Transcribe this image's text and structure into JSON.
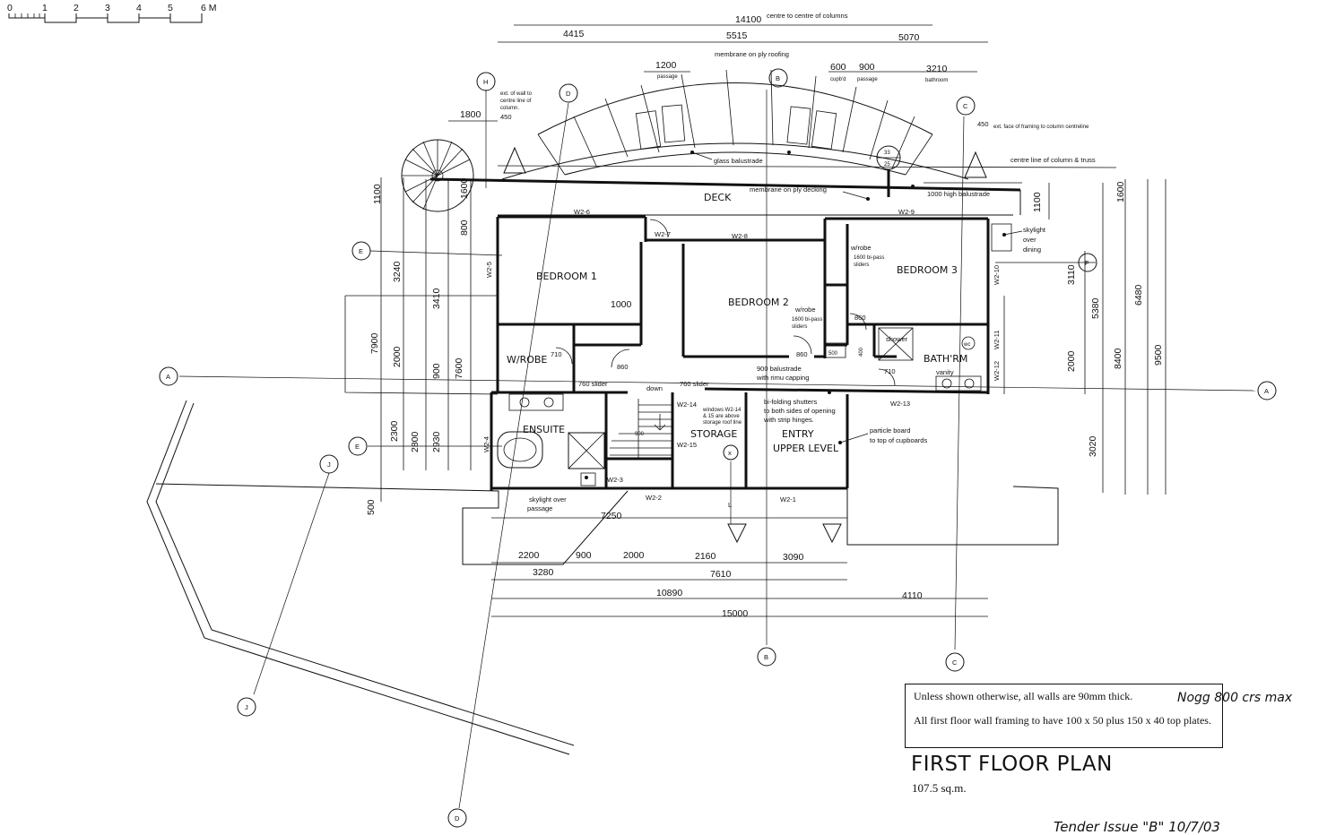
{
  "scale_bar": {
    "labels": [
      "0",
      "1",
      "2",
      "3",
      "4",
      "5",
      "6 M"
    ]
  },
  "dims_top": {
    "overall": "14100",
    "overall_note": "centre to centre of columns",
    "span_1": "4415",
    "span_2": "5515",
    "span_3": "5070",
    "passage_width": "1200",
    "passage_label": "passage",
    "cupbd_width": "600",
    "cupbd_label": "cupb'd",
    "passage2_width": "900",
    "passage2_label": "passage",
    "bathroom_width": "3210",
    "bathroom_label": "bathroom",
    "stair_offset": "1800",
    "offset_450_left": "450",
    "offset_450_right": "450"
  },
  "dims_left": [
    "1100",
    "1600",
    "800",
    "3240",
    "3410",
    "7900",
    "2000",
    "900",
    "7600",
    "2300",
    "2800",
    "2930",
    "500"
  ],
  "dims_right": [
    "1100",
    "1600",
    "3110",
    "5380",
    "6480",
    "2000",
    "8400",
    "9500",
    "3020"
  ],
  "dims_bottom": {
    "d7250": "7250",
    "row1": [
      "2200",
      "900",
      "2000",
      "2160",
      "3090"
    ],
    "d3280": "3280",
    "d7610": "7610",
    "d10890": "10890",
    "d4110": "4110",
    "d15000": "15000"
  },
  "grid_labels": {
    "A": "A",
    "B": "B",
    "C": "C",
    "D": "D",
    "E": "E",
    "F": "F",
    "H": "H",
    "J": "J",
    "L": "L"
  },
  "section_marker": {
    "top": "33",
    "bottom": "25"
  },
  "rooms": {
    "deck": "DECK",
    "bedroom1": "BEDROOM 1",
    "bedroom2": "BEDROOM 2",
    "bedroom3": "BEDROOM 3",
    "wrobe": "W/ROBE",
    "ensuite": "ENSUITE",
    "storage": "STORAGE",
    "entry1": "ENTRY",
    "entry2": "UPPER LEVEL",
    "bathrm": "BATH'RM"
  },
  "windows": [
    "W2-6",
    "W2-7",
    "W2-8",
    "W2-9",
    "W2-5",
    "W2-10",
    "W2-11",
    "W2-12",
    "W2-13",
    "W2-14",
    "W2-15",
    "W2-4",
    "W2-3",
    "W2-2",
    "W2-1"
  ],
  "notes": {
    "ext_wall": [
      "ext. of wall to",
      "centre line of",
      "column."
    ],
    "membrane_roof": "membrane on ply roofing",
    "glass_balustrade": "glass balustrade",
    "ext_framing": "ext. face of framing to column centreline",
    "centre_line": "centre line of column & truss",
    "membrane_deck": "membrane on ply decking",
    "balustrade_1000": "1000 high balustrade",
    "skylight_dining": [
      "skylight",
      "over",
      "dining"
    ],
    "wrobe_b3": "w/robe",
    "wrobe_b3_small": [
      "1600 bi-pass",
      "sliders"
    ],
    "wrobe_b2": "w/robe",
    "wrobe_b2_small": [
      "1600 bi-pass",
      "sliders"
    ],
    "shower": "shower",
    "wc": "wc",
    "vanity": "vanity",
    "balustrade_900": [
      "900 balustrade",
      "with rimu capping"
    ],
    "slider_left": "760 slider",
    "slider_right": "760 slider",
    "down": "down",
    "windows_note": [
      "windows W2-14",
      "& 15 are above",
      "storage roof line"
    ],
    "shutters": [
      "bi-folding shutters",
      "to both sides of opening",
      "with strip hinges."
    ],
    "particle_board": [
      "particle board",
      "to top of cupboards"
    ],
    "skylight_passage": [
      "skylight over",
      "passage"
    ],
    "door_1000": "1000",
    "door_710a": "710",
    "door_860a": "860",
    "door_860b": "860",
    "door_860c": "860",
    "door_710b": "710",
    "door_400": "400",
    "door_500": "500",
    "door_900": "900"
  },
  "notes_box": {
    "line1": "Unless shown otherwise, all walls are 90mm thick.",
    "handwritten": "Nogg 800 crs max",
    "line2": "All first floor wall framing to have 100 x 50 plus 150 x 40 top plates."
  },
  "title": "FIRST FLOOR PLAN",
  "area": "107.5 sq.m.",
  "tender": "Tender Issue \"B\"  10/7/03"
}
